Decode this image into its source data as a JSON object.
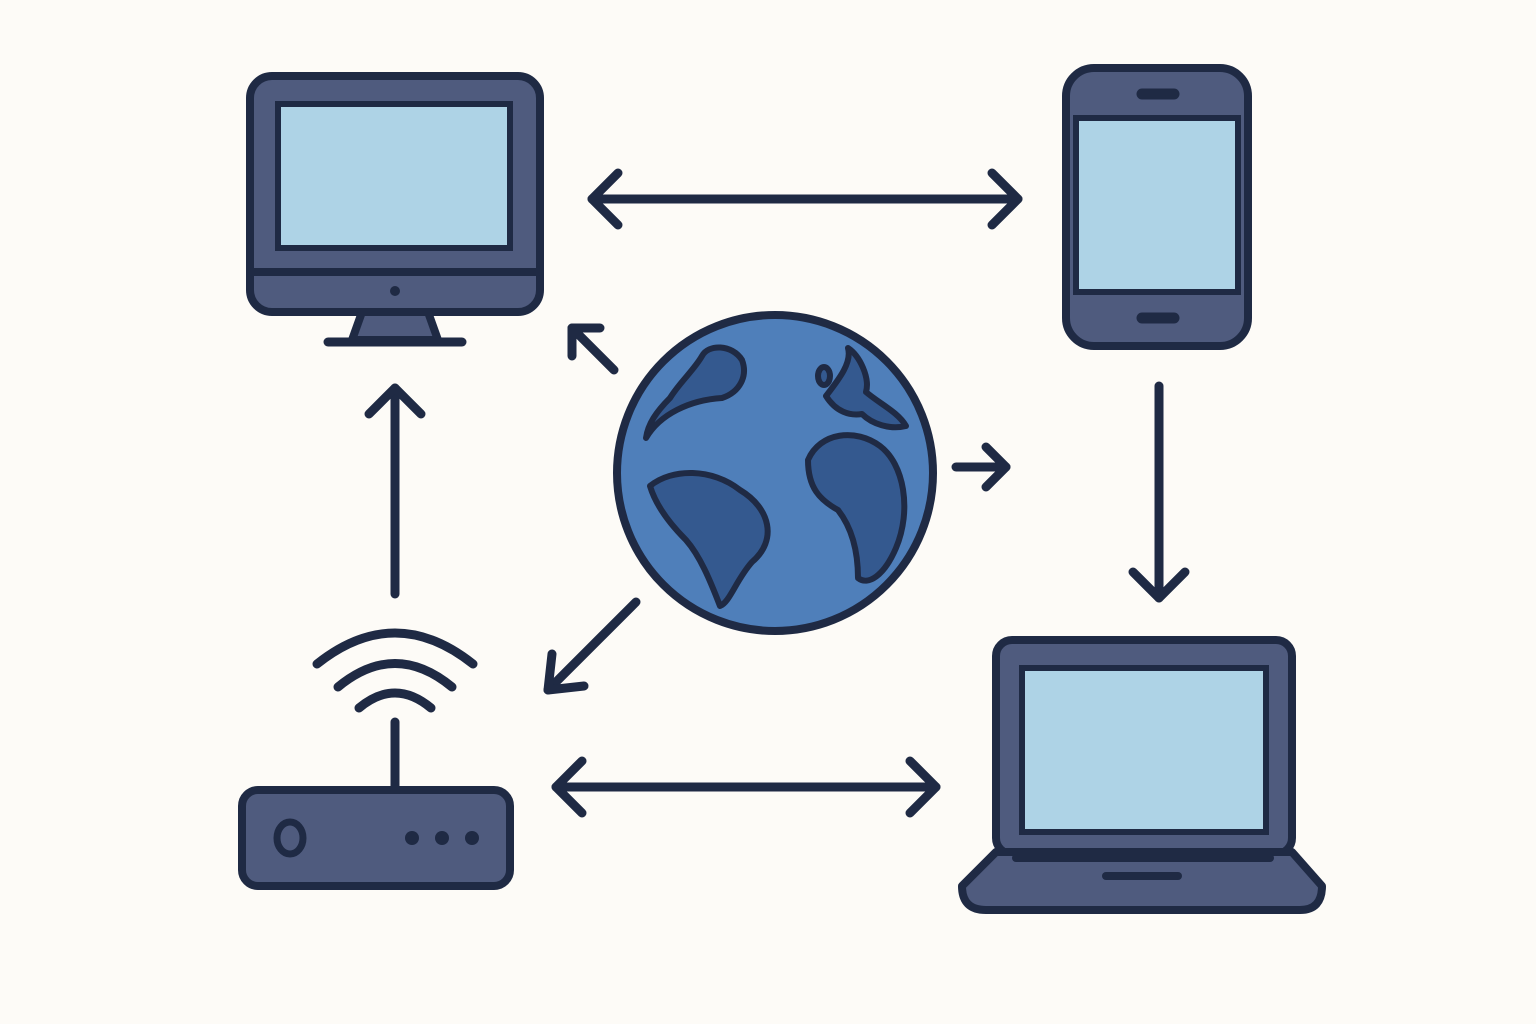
{
  "colors": {
    "background": "#fdfbf7",
    "outline": "#1f2a44",
    "device_body": "#4f5b7e",
    "screen": "#aed3e6",
    "ocean": "#4f7fba",
    "land": "#34598f"
  },
  "nodes": [
    {
      "id": "desktop",
      "icon": "desktop-monitor-icon"
    },
    {
      "id": "phone",
      "icon": "smartphone-icon"
    },
    {
      "id": "globe",
      "icon": "globe-icon"
    },
    {
      "id": "router",
      "icon": "wifi-router-icon"
    },
    {
      "id": "laptop",
      "icon": "laptop-icon"
    }
  ],
  "connections": [
    {
      "from": "desktop",
      "to": "phone",
      "direction": "both"
    },
    {
      "from": "phone",
      "to": "laptop",
      "direction": "forward"
    },
    {
      "from": "router",
      "to": "laptop",
      "direction": "both"
    },
    {
      "from": "router",
      "to": "desktop",
      "direction": "forward"
    },
    {
      "from": "globe",
      "to": "desktop",
      "direction": "forward"
    },
    {
      "from": "globe",
      "to": "router",
      "direction": "forward"
    },
    {
      "from": "globe",
      "to": "laptop",
      "direction": "forward"
    }
  ]
}
